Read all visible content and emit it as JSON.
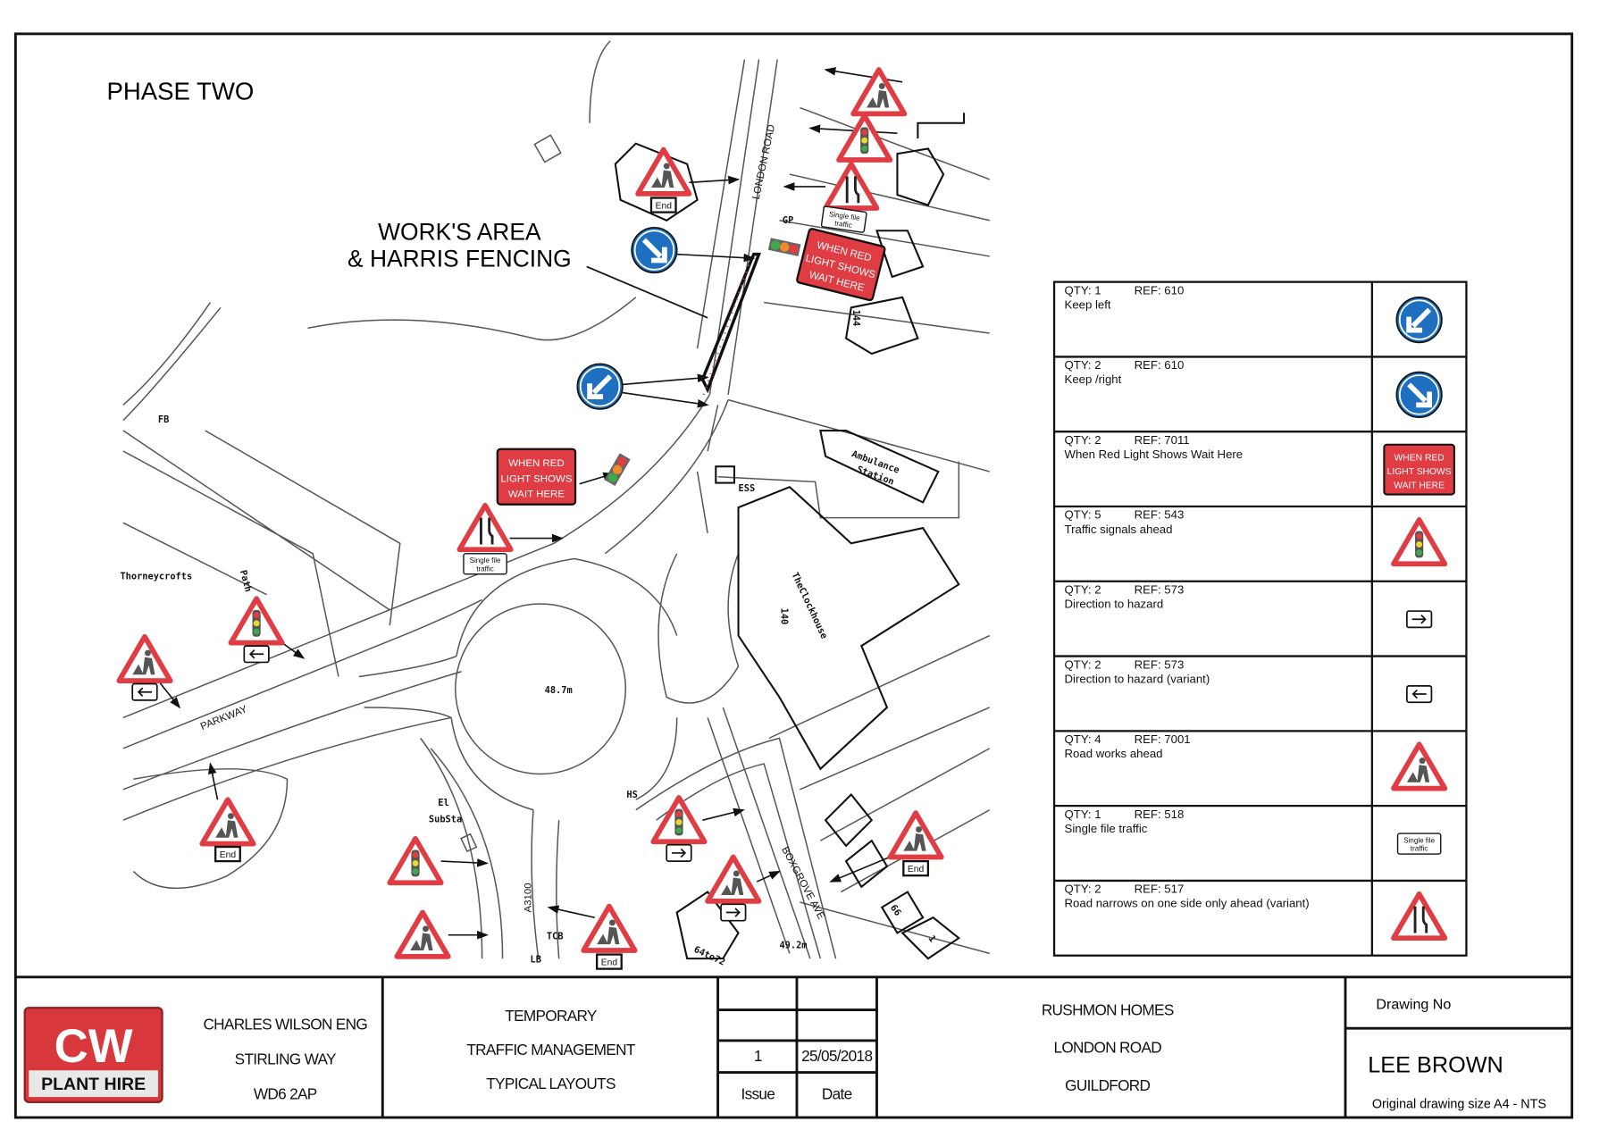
{
  "drawing": {
    "phase_title": "PHASE TWO",
    "works_label_line1": "WORK'S AREA",
    "works_label_line2": "& HARRIS FENCING"
  },
  "map_labels": {
    "london_road": "LONDON ROAD",
    "gp": "GP",
    "ambulance_line1": "Ambulance",
    "ambulance_line2": "Station",
    "ess": "ESS",
    "clockhouse": "TheClockhouse",
    "no_140": "140",
    "no_144": "144",
    "fb": "FB",
    "thorneycrofts": "Thorneycrofts",
    "path": "Path",
    "parkway": "PARKWAY",
    "roundabout_dia": "48.7m",
    "el_substa_line1": "El",
    "el_substa_line2": "SubSta",
    "hs": "HS",
    "a3100": "A3100",
    "tcb": "TCB",
    "lb": "LB",
    "boxgrove": "BOXGROVE AVE",
    "no_64to72": "64to72",
    "level_492": "49.2m",
    "no_66": "66",
    "no_1": "1"
  },
  "sign_text": {
    "end": "End",
    "single_file_line1": "Single file",
    "single_file_line2": "traffic",
    "when_red_line1": "WHEN RED",
    "when_red_line2": "LIGHT SHOWS",
    "when_red_line3": "WAIT HERE"
  },
  "legend": {
    "items": [
      {
        "qty": "QTY: 1",
        "ref": "REF: 610",
        "desc": "Keep left",
        "icon": "keep-left-icon"
      },
      {
        "qty": "QTY: 2",
        "ref": "REF: 610",
        "desc": "Keep /right",
        "icon": "keep-right-icon"
      },
      {
        "qty": "QTY: 2",
        "ref": "REF: 7011",
        "desc": "When Red Light Shows Wait Here",
        "icon": "when-red-light-sign-icon"
      },
      {
        "qty": "QTY: 5",
        "ref": "REF: 543",
        "desc": "Traffic signals ahead",
        "icon": "traffic-signals-icon"
      },
      {
        "qty": "QTY: 2",
        "ref": "REF: 573",
        "desc": "Direction to hazard",
        "icon": "arrow-right-plate-icon"
      },
      {
        "qty": "QTY: 2",
        "ref": "REF: 573",
        "desc": "Direction to hazard (variant)",
        "icon": "arrow-left-plate-icon"
      },
      {
        "qty": "QTY: 4",
        "ref": "REF: 7001",
        "desc": "Road works ahead",
        "icon": "road-works-icon"
      },
      {
        "qty": "QTY: 1",
        "ref": "REF: 518",
        "desc": "Single file traffic",
        "icon": "single-file-plate-icon"
      },
      {
        "qty": "QTY: 2",
        "ref": "REF: 517",
        "desc": "Road narrows on one side only ahead (variant)",
        "icon": "road-narrows-icon"
      }
    ]
  },
  "title_block": {
    "logo_text": "CW",
    "logo_subtext": "PLANT HIRE",
    "company_line1": "CHARLES WILSON ENG",
    "company_line2": "STIRLING WAY",
    "company_line3": "WD6 2AP",
    "title_line1": "TEMPORARY",
    "title_line2": "TRAFFIC MANAGEMENT",
    "title_line3": "TYPICAL LAYOUTS",
    "issue_value": "1",
    "date_value": "25/05/2018",
    "issue_label": "Issue",
    "date_label": "Date",
    "project_line1": "RUSHMON HOMES",
    "project_line2": "LONDON ROAD",
    "project_line3": "GUILDFORD",
    "drawing_no_label": "Drawing No",
    "author": "LEE BROWN",
    "size_note": "Original drawing size A4 - NTS"
  },
  "colors": {
    "sign_red": "#e03c44",
    "sign_blue": "#1f6fc0",
    "logo_red": "#d8373c"
  }
}
